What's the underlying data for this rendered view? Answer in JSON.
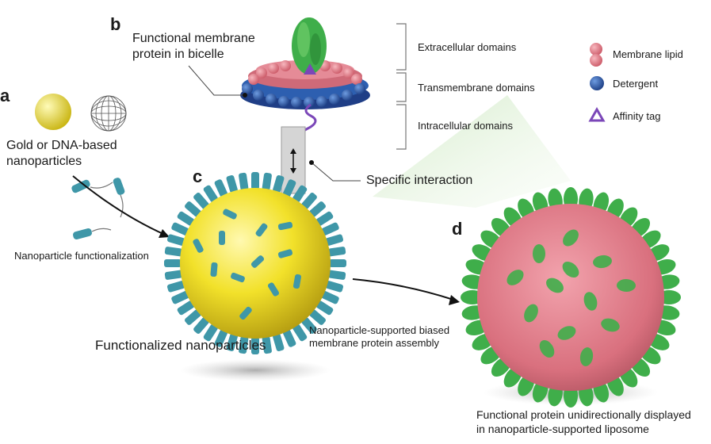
{
  "panels": {
    "a": "a",
    "b": "b",
    "c": "c",
    "d": "d"
  },
  "labels": {
    "bicelle_line1": "Functional membrane",
    "bicelle_line2": "protein in bicelle",
    "gold_line1": "Gold or DNA-based",
    "gold_line2": "nanoparticles",
    "functionalization": "Nanoparticle functionalization",
    "functionalized": "Functionalized nanoparticles",
    "specific_interaction": "Specific interaction",
    "assembly_line1": "Nanoparticle-supported biased",
    "assembly_line2": "membrane protein assembly",
    "liposome_line1": "Functional protein unidirectionally displayed",
    "liposome_line2": "in nanoparticle-supported liposome"
  },
  "domains": {
    "extracellular": "Extracellular domains",
    "transmembrane": "Transmembrane domains",
    "intracellular": "Intracellular domains"
  },
  "legend": [
    {
      "label": "Membrane lipid",
      "icon": "membrane-lipid-icon"
    },
    {
      "label": "Detergent",
      "icon": "detergent-icon"
    },
    {
      "label": "Affinity tag",
      "icon": "affinity-tag-icon"
    }
  ],
  "colors": {
    "lipid": "#e0707e",
    "detergent": "#2d5fb0",
    "protein": "#3fae4a",
    "gold": "#f2e12a",
    "ligand": "#3f97a8",
    "tag": "#7b47b8"
  }
}
